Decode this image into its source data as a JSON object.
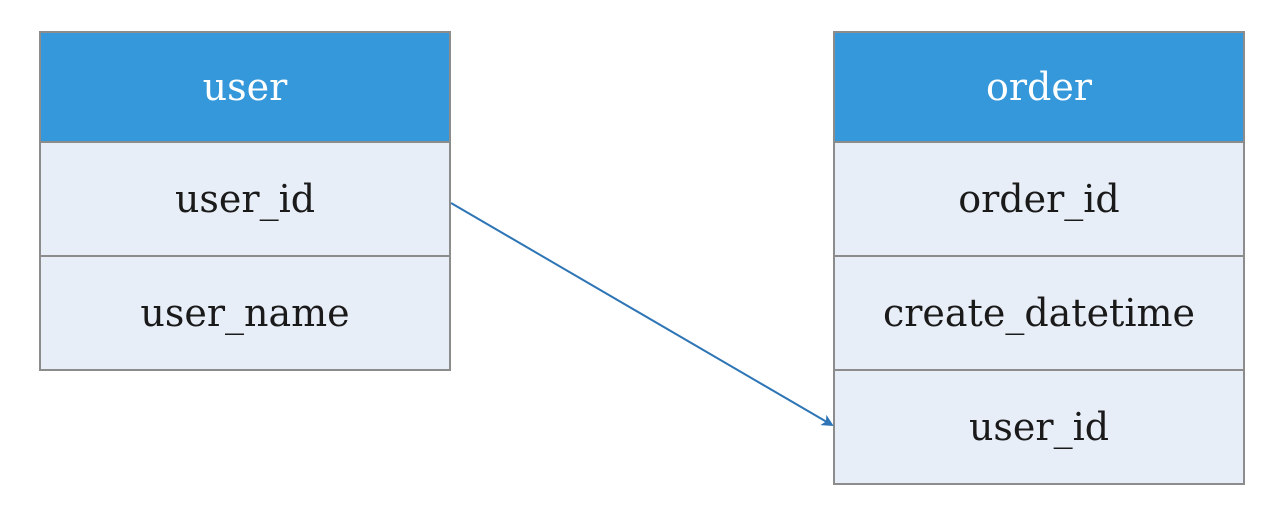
{
  "entities": {
    "user": {
      "name": "user",
      "fields": [
        "user_id",
        "user_name"
      ]
    },
    "order": {
      "name": "order",
      "fields": [
        "order_id",
        "create_datetime",
        "user_id"
      ]
    }
  },
  "relation": {
    "from": "user.user_id",
    "to": "order.user_id"
  },
  "colors": {
    "header": "#3498db",
    "field_bg": "#e8eef8",
    "border": "#8c8c8c",
    "arrow": "#2e75b6"
  }
}
